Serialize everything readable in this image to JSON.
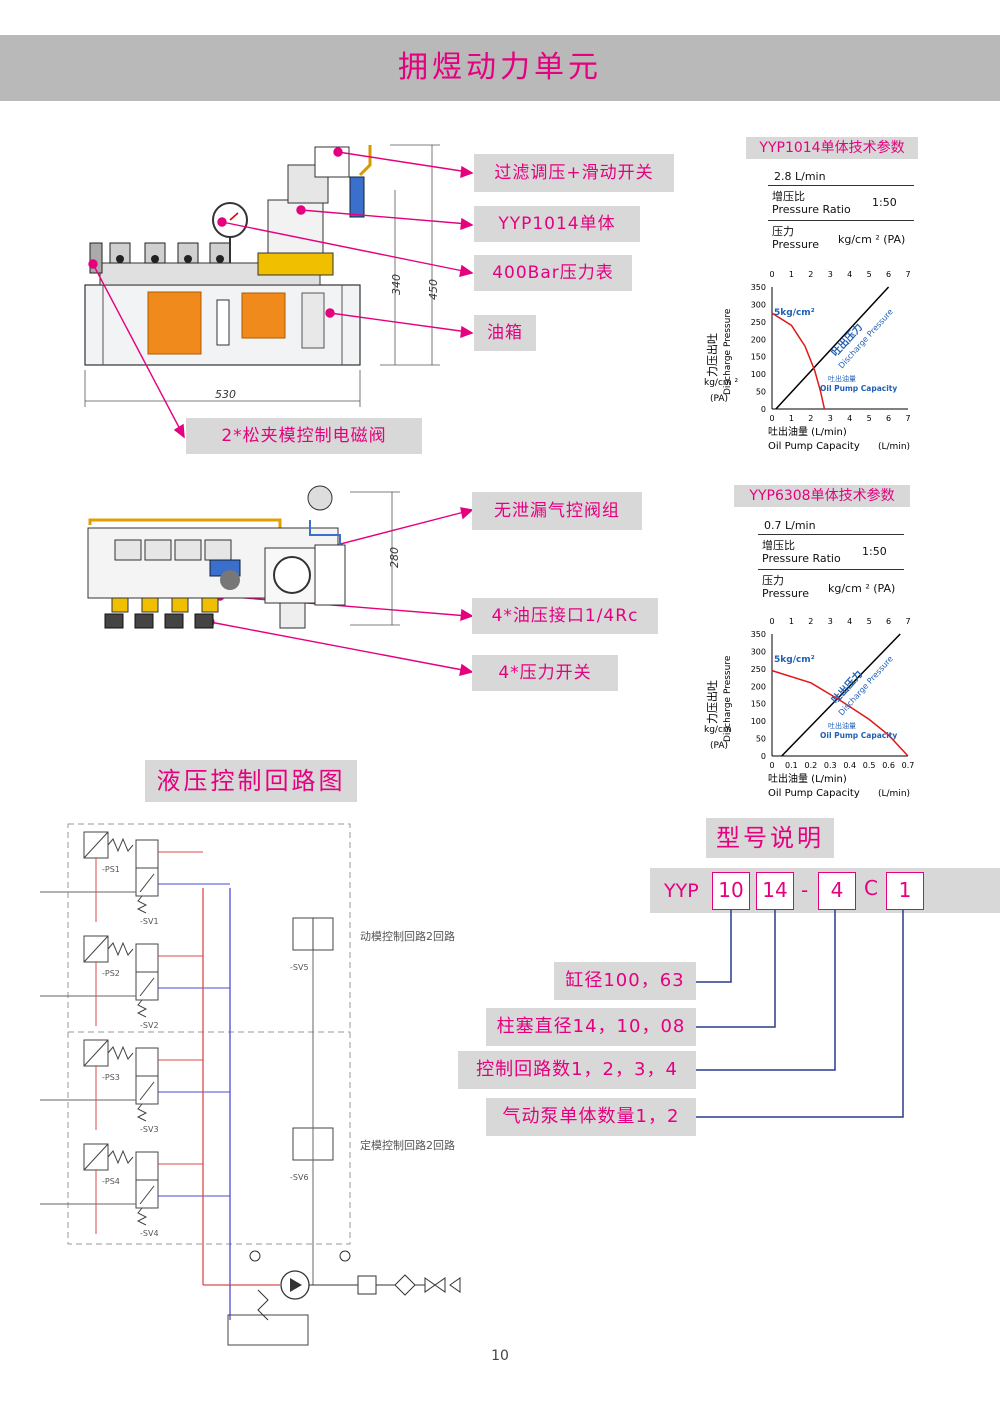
{
  "header": {
    "title": "拥煜动力单元"
  },
  "top_callouts": [
    "过滤调压+滑动开关",
    "YYP1014单体",
    "400Bar压力表",
    "油箱",
    "2*松夹模控制电磁阀"
  ],
  "top_dims": {
    "height_340": "340",
    "height_450": "450",
    "width_530": "530"
  },
  "bottom_callouts": [
    "无泄漏气控阀组",
    "4*油压接口1/4Rc",
    "4*压力开关"
  ],
  "bottom_dims": {
    "height_280": "280"
  },
  "spec1": {
    "title": "YYP1014单体技术参数",
    "flow": "2.8 L/min",
    "ratio_cn": "增压比",
    "ratio_en": "Pressure Ratio",
    "ratio_val": "1:50",
    "press_cn": "压力",
    "press_en": "Pressure",
    "press_unit": "kg/cm ² (PA)",
    "tag_5kg": "5kg/cm²",
    "line_cn": "吐出压力",
    "line_en": "Discharge Pressure",
    "curve_cn": "吐出油量",
    "curve_en": "Oil Pump Capacity",
    "y_cn": "力压出吐",
    "y_en": "Discharge Pressure",
    "y_unit": "kg/cm ²",
    "y_pa": "(PA)",
    "x_cn": "吐出油量 (L/min)",
    "x_en": "Oil Pump Capacity",
    "x_unit": "(L/min)"
  },
  "spec2": {
    "title": "YYP6308单体技术参数",
    "flow": "0.7 L/min",
    "ratio_cn": "增压比",
    "ratio_en": "Pressure Ratio",
    "ratio_val": "1:50",
    "press_cn": "压力",
    "press_en": "Pressure",
    "press_unit": "kg/cm ² (PA)",
    "tag_5kg": "5kg/cm²",
    "line_cn": "吐出压力",
    "line_en": "Discharge Pressure",
    "curve_cn": "吐出油量",
    "curve_en": "Oil Pump Capacity",
    "y_cn": "力压出吐",
    "y_en": "Discharge Pressure",
    "y_unit": "kg/cm",
    "y_pa": "(PA)",
    "x_cn": "吐出油量 (L/min)",
    "x_en": "Oil Pump Capacity",
    "x_unit": "(L/min)"
  },
  "chart_data": [
    {
      "type": "line",
      "title": "",
      "xlabel": "吐出油量 (L/min) Oil Pump Capacity (L/min)",
      "ylabel": "力压出吐 Discharge Pressure kg/cm² (PA)",
      "x_ticks": [
        "0",
        "1",
        "2",
        "3",
        "4",
        "5",
        "6",
        "7"
      ],
      "y_ticks": [
        "0",
        "50",
        "100",
        "150",
        "200",
        "250",
        "300",
        "350"
      ],
      "xlim": [
        0,
        7
      ],
      "ylim": [
        0,
        350
      ],
      "series": [
        {
          "name": "吐出压力 Discharge Pressure",
          "color": "#000000",
          "x": [
            0.2,
            6.0
          ],
          "y": [
            0,
            350
          ]
        },
        {
          "name": "吐出油量 Oil Pump Capacity",
          "color": "#e01818",
          "x": [
            0,
            1.0,
            1.7,
            2.2,
            2.5,
            2.7
          ],
          "y": [
            275,
            240,
            180,
            110,
            50,
            0
          ]
        }
      ]
    },
    {
      "type": "line",
      "title": "",
      "xlabel": "吐出油量 (L/min) Oil Pump Capacity (L/min)",
      "ylabel": "力压出吐 Discharge Pressure kg/cm (PA)",
      "x_ticks": [
        "0",
        "0.1",
        "0.2",
        "0.3",
        "0.4",
        "0.5",
        "0.6",
        "0.7"
      ],
      "x_top_ticks": [
        "0",
        "1",
        "2",
        "3",
        "4",
        "5",
        "6",
        "7"
      ],
      "y_ticks": [
        "0",
        "50",
        "100",
        "150",
        "200",
        "250",
        "300",
        "350"
      ],
      "xlim": [
        0,
        0.7
      ],
      "ylim": [
        0,
        350
      ],
      "series": [
        {
          "name": "吐出压力 Discharge Pressure",
          "color": "#000000",
          "x": [
            0.05,
            0.66
          ],
          "y": [
            0,
            350
          ]
        },
        {
          "name": "吐出油量 Oil Pump Capacity",
          "color": "#e01818",
          "x": [
            0,
            0.2,
            0.35,
            0.5,
            0.6,
            0.7
          ],
          "y": [
            245,
            210,
            160,
            105,
            60,
            0
          ]
        }
      ]
    }
  ],
  "circuit": {
    "title": "液压控制回路图",
    "label_moving": "动模控制回路2回路",
    "label_fixed": "定模控制回路2回路",
    "ps": [
      "-PS1",
      "-PS2",
      "-PS3",
      "-PS4"
    ],
    "sv": [
      "-SV1",
      "-SV2",
      "-SV3",
      "-SV4"
    ],
    "sv_right": [
      "-SV5",
      "-SV6"
    ]
  },
  "model": {
    "title": "型号说明",
    "prefix": "YYP",
    "parts": [
      "10",
      "14",
      "-",
      "4",
      "C",
      "1"
    ],
    "desc": [
      "缸径100，63",
      "柱塞直径14，10，08",
      "控制回路数1，2，3，4",
      "气动泵单体数量1，2"
    ]
  },
  "page_number": "10",
  "colors": {
    "accent": "#e5007f",
    "label_bg": "#d8d8d8",
    "header_bg": "#b9b9b9",
    "leader": "#2b3a8f"
  }
}
